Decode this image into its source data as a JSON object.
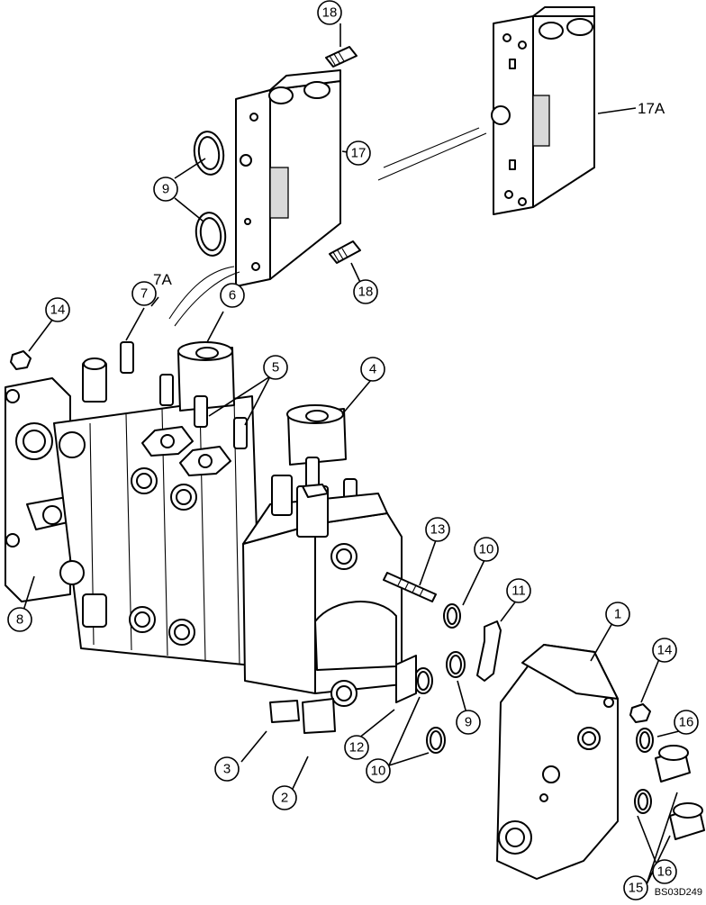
{
  "drawing_ref": "BS03D249",
  "callouts": [
    {
      "id": "c18a",
      "label": "18"
    },
    {
      "id": "c17",
      "label": "17"
    },
    {
      "id": "c17a",
      "label": "17A"
    },
    {
      "id": "c9a",
      "label": "9"
    },
    {
      "id": "c18b",
      "label": "18"
    },
    {
      "id": "c7a",
      "label": "7A"
    },
    {
      "id": "c7",
      "label": "7"
    },
    {
      "id": "c6",
      "label": "6"
    },
    {
      "id": "c14a",
      "label": "14"
    },
    {
      "id": "c5",
      "label": "5"
    },
    {
      "id": "c4",
      "label": "4"
    },
    {
      "id": "c13",
      "label": "13"
    },
    {
      "id": "c10a",
      "label": "10"
    },
    {
      "id": "c11",
      "label": "11"
    },
    {
      "id": "c1",
      "label": "1"
    },
    {
      "id": "c14b",
      "label": "14"
    },
    {
      "id": "c8",
      "label": "8"
    },
    {
      "id": "c9b",
      "label": "9"
    },
    {
      "id": "c12",
      "label": "12"
    },
    {
      "id": "c16a",
      "label": "16"
    },
    {
      "id": "c3",
      "label": "3"
    },
    {
      "id": "c10b",
      "label": "10"
    },
    {
      "id": "c2",
      "label": "2"
    },
    {
      "id": "c16b",
      "label": "16"
    },
    {
      "id": "c15",
      "label": "15"
    }
  ]
}
